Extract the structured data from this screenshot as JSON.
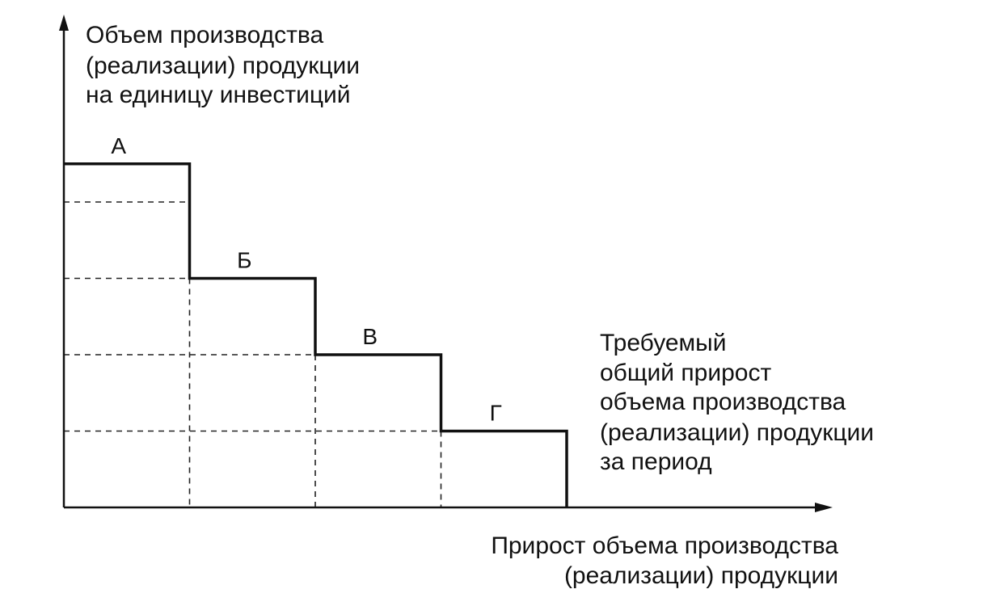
{
  "chart_data": {
    "type": "line",
    "subtype": "step",
    "ylabel_lines": [
      "Объем производства",
      "(реализации) продукции",
      "на единицу инвестиций"
    ],
    "xlabel_lines": [
      "Прирост объема производства",
      "(реализации) продукции"
    ],
    "annotation_lines": [
      "Требуемый",
      "общий прирост",
      "объема производства",
      "(реализации) продукции",
      "за период"
    ],
    "steps": [
      {
        "label": "А",
        "x_start": 0,
        "x_end": 1.0,
        "y": 4.5
      },
      {
        "label": "Б",
        "x_start": 1.0,
        "x_end": 2.0,
        "y": 3.0
      },
      {
        "label": "В",
        "x_start": 2.0,
        "x_end": 3.0,
        "y": 2.0
      },
      {
        "label": "Г",
        "x_start": 3.0,
        "x_end": 4.0,
        "y": 1.0
      }
    ],
    "hgrid": [
      4.0,
      3.0,
      2.0,
      1.0
    ],
    "xlim": [
      0,
      6.0
    ],
    "ylim": [
      0,
      6.0
    ],
    "ticks_shown": false,
    "colors": {
      "line": "#111111",
      "grid": "#222222"
    }
  }
}
